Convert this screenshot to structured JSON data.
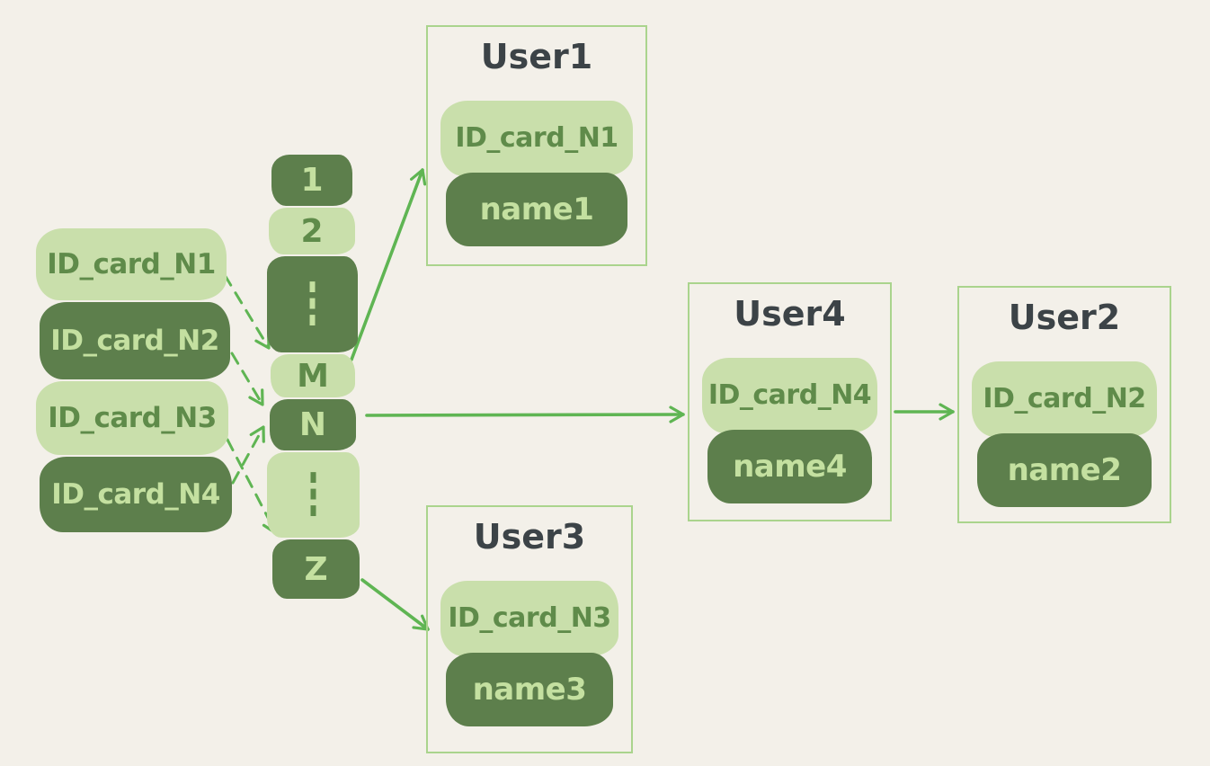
{
  "diagram_type": "hash-table-with-chaining",
  "id_cards": [
    {
      "label": "ID_card_N1",
      "variant": "light"
    },
    {
      "label": "ID_card_N2",
      "variant": "dark"
    },
    {
      "label": "ID_card_N3",
      "variant": "light"
    },
    {
      "label": "ID_card_N4",
      "variant": "dark"
    }
  ],
  "buckets": [
    {
      "label": "1",
      "variant": "dark"
    },
    {
      "label": "2",
      "variant": "light"
    },
    {
      "label": "⋮",
      "variant": "dark"
    },
    {
      "label": "M",
      "variant": "light"
    },
    {
      "label": "N",
      "variant": "dark"
    },
    {
      "label": "⋮",
      "variant": "light"
    },
    {
      "label": "Z",
      "variant": "dark"
    }
  ],
  "users": [
    {
      "title": "User1",
      "id_card": "ID_card_N1",
      "name": "name1"
    },
    {
      "title": "User2",
      "id_card": "ID_card_N2",
      "name": "name2"
    },
    {
      "title": "User3",
      "id_card": "ID_card_N3",
      "name": "name3"
    },
    {
      "title": "User4",
      "id_card": "ID_card_N4",
      "name": "name4"
    }
  ],
  "edges": [
    {
      "from": "ID_card_N1",
      "to": "bucket M",
      "style": "dashed"
    },
    {
      "from": "ID_card_N2",
      "to": "bucket N",
      "style": "dashed"
    },
    {
      "from": "ID_card_N3",
      "to": "bucket Z",
      "style": "dashed"
    },
    {
      "from": "ID_card_N4",
      "to": "bucket N",
      "style": "dashed"
    },
    {
      "from": "bucket M",
      "to": "User1",
      "style": "solid"
    },
    {
      "from": "bucket N",
      "to": "User4",
      "style": "solid"
    },
    {
      "from": "bucket Z",
      "to": "User3",
      "style": "solid"
    },
    {
      "from": "User4",
      "to": "User2",
      "style": "solid"
    }
  ],
  "colors": {
    "background": "#f3f0e9",
    "pill_light": "#c9dfab",
    "pill_dark": "#5d7f4c",
    "text_on_light": "#5f8b4a",
    "text_on_dark": "#c4e0a0",
    "box_border": "#aad48d",
    "title_text": "#3c4347",
    "arrow": "#5fb553"
  }
}
